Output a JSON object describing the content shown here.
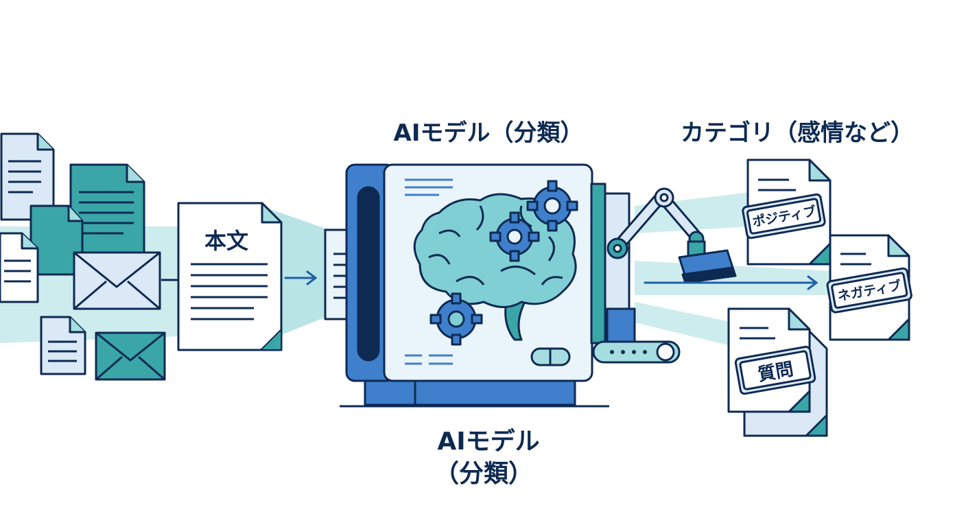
{
  "labels": {
    "model_top": "AIモデル（分類）",
    "category": "カテゴリ（感情など）",
    "model_bottom_line1": "AIモデル",
    "model_bottom_line2": "（分類）"
  },
  "input_doc": {
    "title": "本文"
  },
  "outputs": [
    {
      "stamp": "ポジティブ"
    },
    {
      "stamp": "ネガティブ"
    },
    {
      "stamp": "質問"
    }
  ],
  "colors": {
    "navy": "#0e2a52",
    "blue": "#3f7fcc",
    "teal": "#3aa6a8",
    "light_teal": "#a6dde0",
    "light_blue": "#dbe8f6",
    "brain": "#7fcfd4"
  },
  "icons": [
    "document-icon",
    "envelope-icon",
    "brain-icon",
    "gear-icon",
    "robot-arm-icon",
    "stamp-icon",
    "arrow-icon"
  ]
}
